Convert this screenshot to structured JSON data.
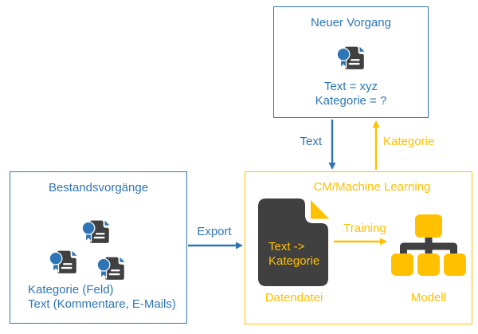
{
  "colors": {
    "accent_blue": "#2E75B6",
    "accent_yellow": "#FFC000",
    "shape_dark_gray": "#404040"
  },
  "boxes": {
    "neuer_vorgang": {
      "title": "Neuer Vorgang",
      "text_line": "Text = xyz",
      "kategorie_line": "Kategorie = ?",
      "icon": "certificate-document-icon"
    },
    "bestandsvorgaenge": {
      "title": "Bestandsvorgänge",
      "kategorie_line": "Kategorie (Feld)",
      "text_line": "Text (Kommentare, E-Mails)",
      "icon": "certificate-document-icon"
    },
    "cm_machine_learning": {
      "title": "CM/Machine Learning",
      "datendatei": {
        "file_text_line1": "Text ->",
        "file_text_line2": "Kategorie",
        "label": "Datendatei",
        "icon": "data-file-icon"
      },
      "modell": {
        "label": "Modell",
        "icon": "org-chart-icon"
      },
      "training_arrow_label": "Training"
    }
  },
  "arrows": {
    "export_label": "Export",
    "text_label": "Text",
    "kategorie_label": "Kategorie"
  }
}
